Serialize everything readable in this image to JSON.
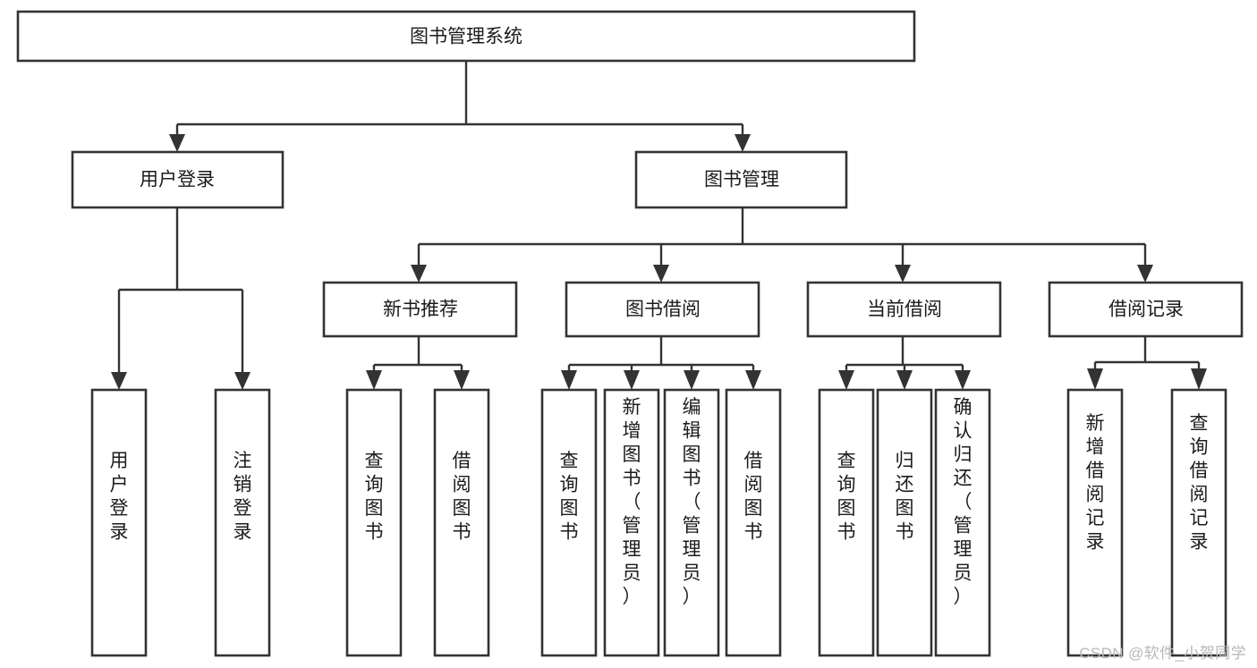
{
  "diagram": {
    "type": "tree-hierarchy-chart",
    "title": "图书管理系统",
    "colors": {
      "box_stroke": "#333333",
      "box_fill": "#ffffff",
      "connector": "#333333",
      "text": "#1b1b1b",
      "watermark": "#b8b8b8",
      "background": "#ffffff"
    },
    "root": {
      "label": "图书管理系统"
    },
    "level2": [
      {
        "label": "用户登录"
      },
      {
        "label": "图书管理"
      }
    ],
    "level3": [
      {
        "label": "新书推荐"
      },
      {
        "label": "图书借阅"
      },
      {
        "label": "当前借阅"
      },
      {
        "label": "借阅记录"
      }
    ],
    "leaves": {
      "user_login": [
        {
          "label": "用户登录"
        },
        {
          "label": "注销登录"
        }
      ],
      "new_book_recommend": [
        {
          "label": "查询图书"
        },
        {
          "label": "借阅图书"
        }
      ],
      "book_borrow": [
        {
          "label": "查询图书"
        },
        {
          "label": "新增图书（管理员）"
        },
        {
          "label": "编辑图书（管理员）"
        },
        {
          "label": "借阅图书"
        }
      ],
      "current_borrow": [
        {
          "label": "查询图书"
        },
        {
          "label": "归还图书"
        },
        {
          "label": "确认归还（管理员）"
        }
      ],
      "borrow_record": [
        {
          "label": "新增借阅记录"
        },
        {
          "label": "查询借阅记录"
        }
      ]
    }
  },
  "watermark": {
    "text": "CSDN @软件_小贺同学"
  }
}
